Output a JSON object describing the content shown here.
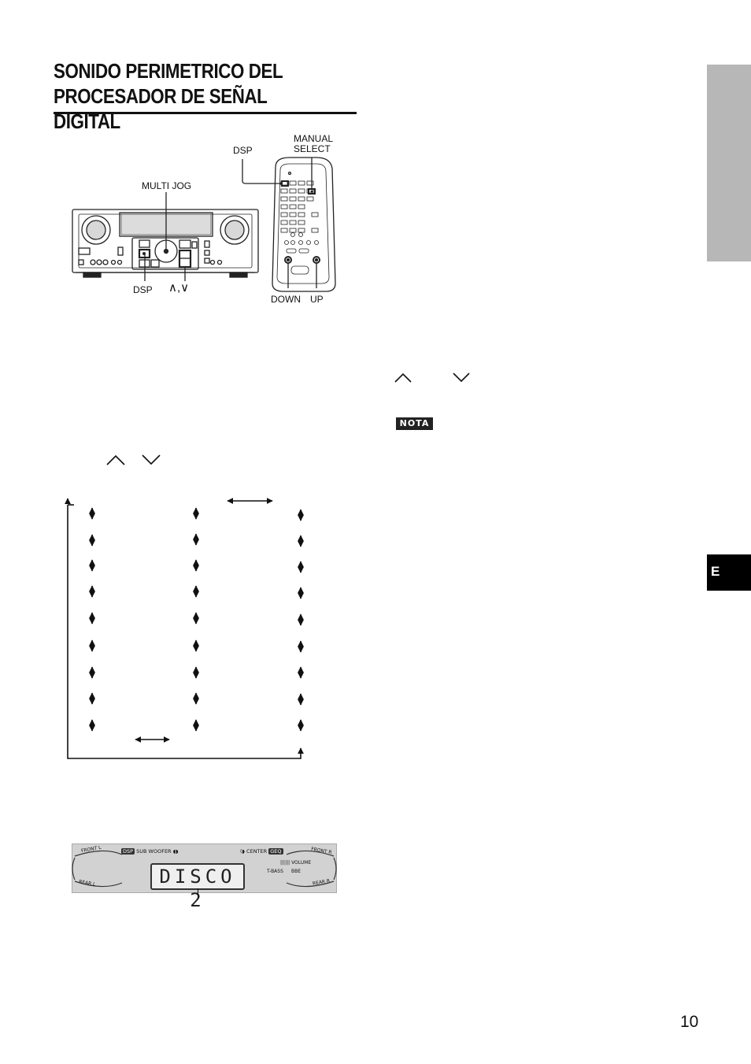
{
  "page": {
    "title_line1": "SONIDO PERIMETRICO DEL",
    "title_line2": "PROCESADOR DE SEÑAL DIGITAL",
    "side_tab_label": "E",
    "page_number": "10"
  },
  "receiver_figure": {
    "multi_jog_label": "MULTI JOG",
    "dsp_label": "DSP",
    "updown_label": "∧,∨"
  },
  "remote_figure": {
    "dsp_label": "DSP",
    "manual_select_label_line1": "MANUAL",
    "manual_select_label_line2": "SELECT",
    "down_label": "DOWN",
    "up_label": "UP"
  },
  "right_column": {
    "note_badge": "NOTA"
  },
  "display_panel": {
    "segment_text": "DISCO 2",
    "dsp_badge": "DSP",
    "sub_woofer": "SUB WOOFER",
    "center": "CENTER",
    "geq_badge": "GEQ",
    "volume": "VOLUME",
    "t_bass": "T-BASS",
    "bbe": "BBE",
    "front_l": "FRONT L",
    "front_r": "FRONT R",
    "rear_l": "REAR L",
    "rear_r": "REAR R"
  },
  "colors": {
    "ink": "#111111",
    "side_tab_gray": "#b7b7b7",
    "side_tab_black": "#000000",
    "display_bg": "#d2d2d2"
  }
}
